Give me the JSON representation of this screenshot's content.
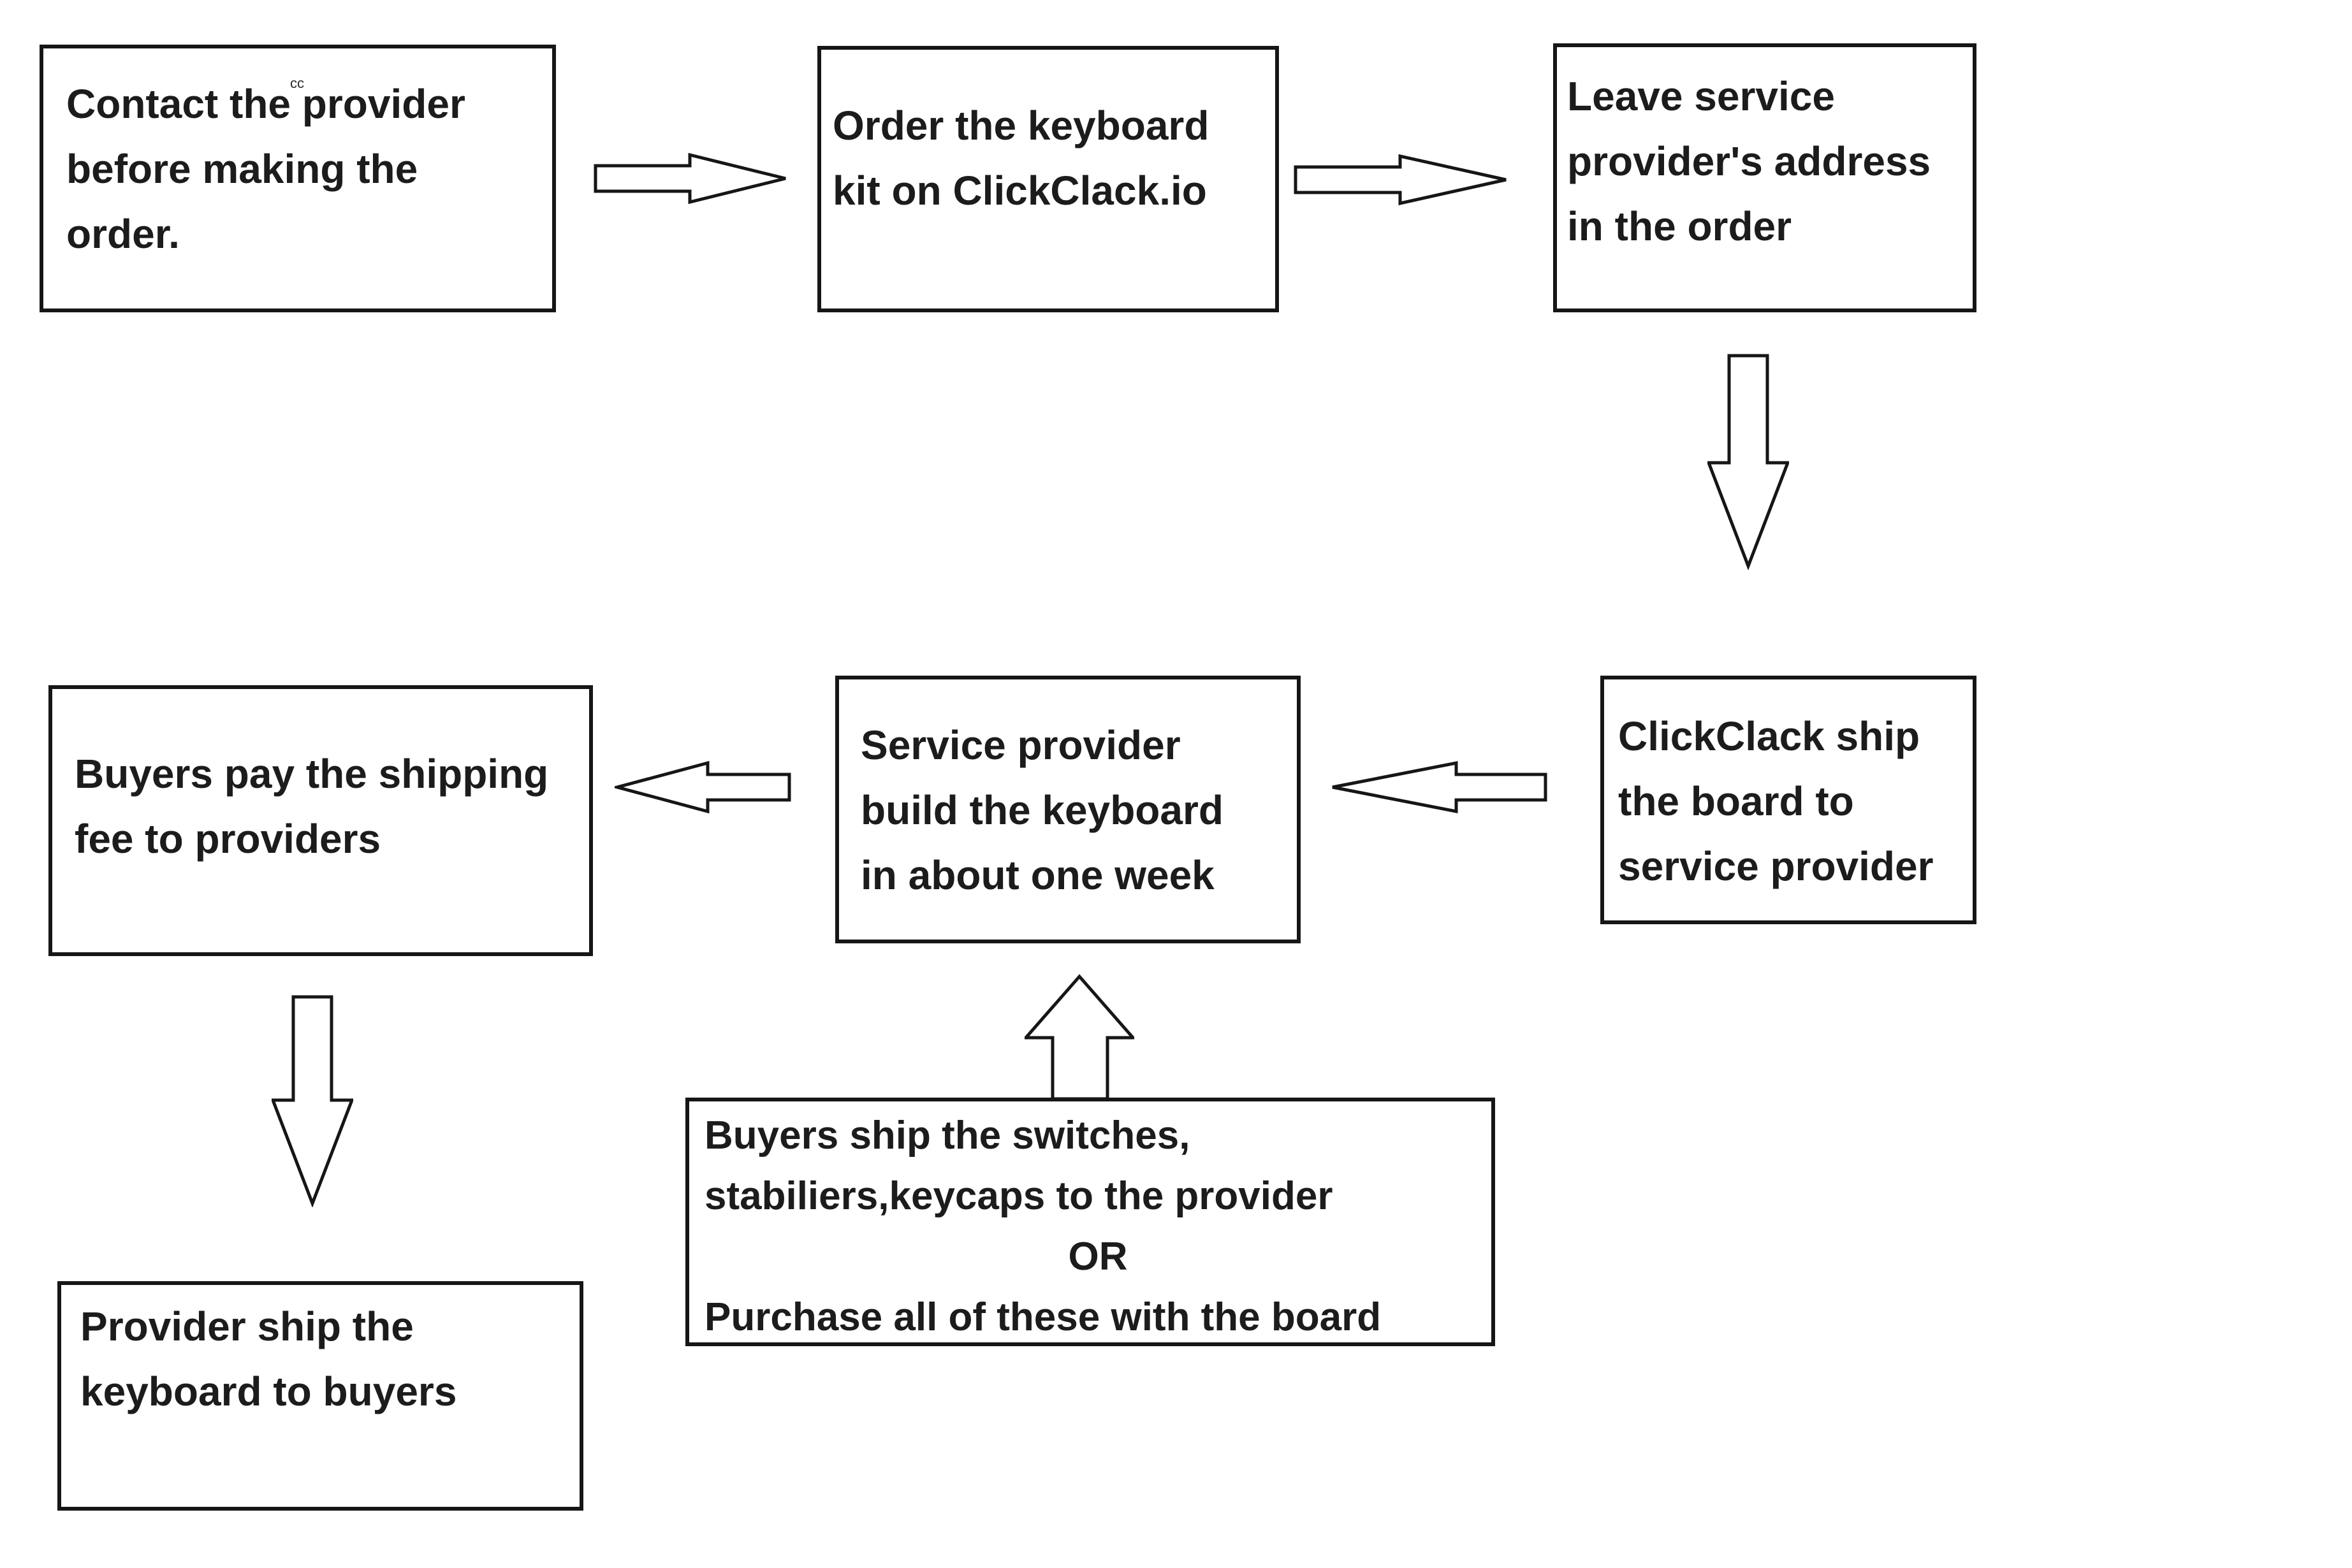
{
  "fc": {
    "colors": {
      "ink": "#1c1c1c",
      "background": "#ffffff"
    },
    "boxes": [
      {
        "id": "contact-provider",
        "superscript": "cc",
        "lines": [
          "Contact the provider",
          "before making the",
          "order."
        ]
      },
      {
        "id": "order-kit",
        "lines": [
          "Order the keyboard",
          "kit on ClickClack.io"
        ]
      },
      {
        "id": "leave-address",
        "lines": [
          "Leave service",
          "provider's address",
          "in the order"
        ]
      },
      {
        "id": "clickclack-ship",
        "lines": [
          "ClickClack ship",
          "the board to",
          "service provider"
        ]
      },
      {
        "id": "provider-build",
        "lines": [
          "Service provider",
          "build the keyboard",
          "in about one week"
        ]
      },
      {
        "id": "buyers-pay",
        "lines": [
          "Buyers pay the shipping",
          "fee to providers"
        ]
      },
      {
        "id": "provider-ship",
        "lines": [
          "Provider ship the",
          "keyboard to buyers"
        ]
      },
      {
        "id": "buyers-ship-parts",
        "lines": [
          "Buyers ship the switches,",
          "stabiliers,keycaps to the provider",
          "OR",
          "Purchase all of these with the board"
        ]
      }
    ],
    "arrows": [
      {
        "direction": "right",
        "from": "contact-provider",
        "to": "order-kit"
      },
      {
        "direction": "right",
        "from": "order-kit",
        "to": "leave-address"
      },
      {
        "direction": "down",
        "from": "leave-address",
        "to": "clickclack-ship"
      },
      {
        "direction": "left",
        "from": "clickclack-ship",
        "to": "provider-build"
      },
      {
        "direction": "left",
        "from": "provider-build",
        "to": "buyers-pay"
      },
      {
        "direction": "down",
        "from": "buyers-pay",
        "to": "provider-ship"
      },
      {
        "direction": "up",
        "from": "buyers-ship-parts",
        "to": "provider-build"
      }
    ]
  }
}
